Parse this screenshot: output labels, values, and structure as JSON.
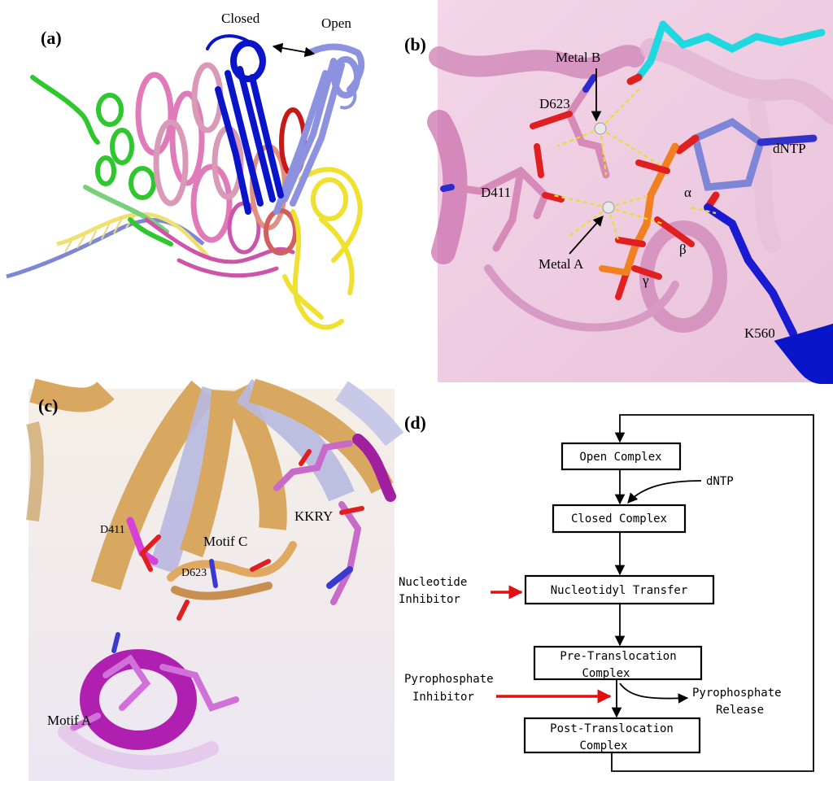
{
  "panels": {
    "a": {
      "label": "(a)",
      "annotations": {
        "closed": "Closed",
        "open": "Open"
      }
    },
    "b": {
      "label": "(b)",
      "annotations": {
        "metal_b": "Metal B",
        "metal_a": "Metal A",
        "d623": "D623",
        "d411": "D411",
        "dntp": "dNTP",
        "alpha": "α",
        "beta": "β",
        "gamma": "γ",
        "k560": "K560"
      }
    },
    "c": {
      "label": "(c)",
      "annotations": {
        "d411": "D411",
        "motif_c": "Motif C",
        "d623": "D623",
        "kkry": "KKRY",
        "motif_a": "Motif A"
      }
    },
    "d": {
      "label": "(d)",
      "flowchart": {
        "open_complex": "Open Complex",
        "dntp": "dNTP",
        "closed_complex": "Closed Complex",
        "nucleotidyl_transfer": "Nucleotidyl Transfer",
        "pre_translocation": [
          "Pre-Translocation",
          "Complex"
        ],
        "post_translocation": [
          "Post-Translocation",
          "Complex"
        ],
        "pyrophosphate_release": [
          "Pyrophosphate",
          "Release"
        ],
        "nucleotide_inhibitor": [
          "Nucleotide",
          "Inhibitor"
        ],
        "pyrophosphate_inhibitor": [
          "Pyrophosphate",
          "Inhibitor"
        ]
      }
    }
  },
  "colors": {
    "inhibitor_arrow": "#e01010",
    "closed_domain": "#0a14c8",
    "open_domain": "#8c92e0",
    "pink_protein": "#d98cc0",
    "green_domain": "#2ec82e",
    "yellow_domain": "#f0e030",
    "tan_strand": "#d9a860",
    "cyan_ligand": "#20d8e0"
  }
}
